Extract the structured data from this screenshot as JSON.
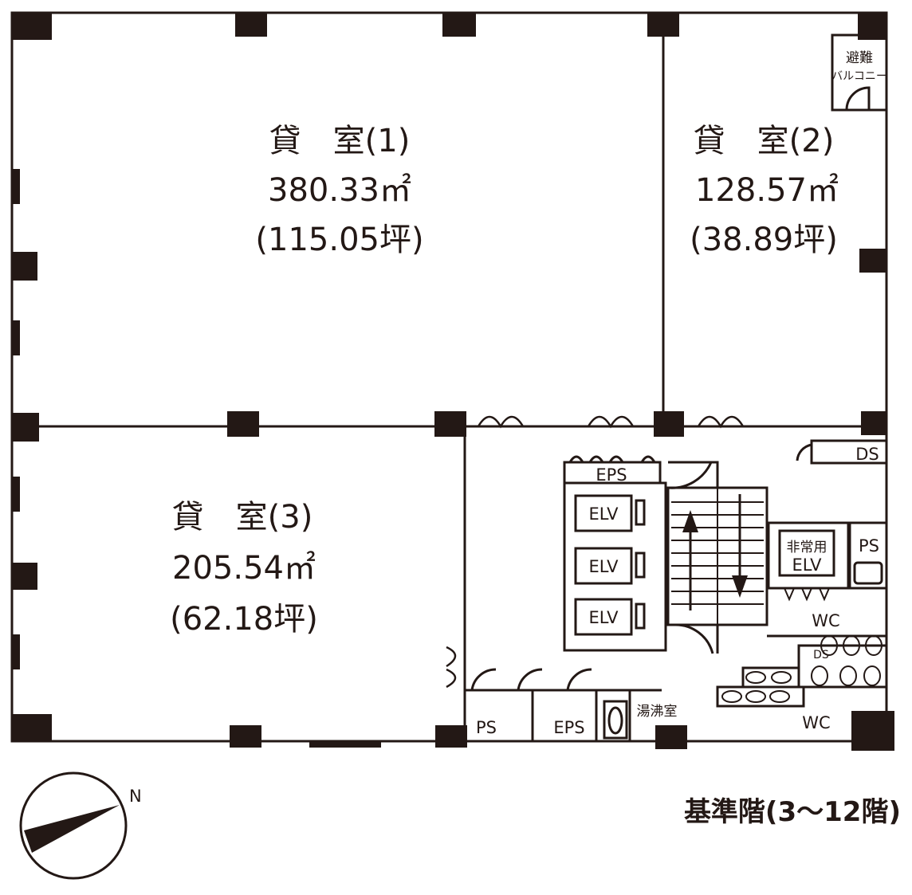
{
  "rooms": [
    {
      "name": "貸　室(1)",
      "area": "380.33㎡",
      "tsubo": "(115.05坪)"
    },
    {
      "name": "貸　室(2)",
      "area": "128.57㎡",
      "tsubo": "(38.89坪)"
    },
    {
      "name": "貸　室(3)",
      "area": "205.54㎡",
      "tsubo": "(62.18坪)"
    }
  ],
  "labels": {
    "balcony_1": "避難",
    "balcony_2": "バルコニー",
    "ds": "DS",
    "eps": "EPS",
    "elv": "ELV",
    "emergency_elv_1": "非常用",
    "emergency_elv_2": "ELV",
    "ps": "PS",
    "wc": "WC",
    "kitchenette": "湯沸室"
  },
  "compass": {
    "north": "N"
  },
  "floor_title": "基準階(3〜12階)",
  "colors": {
    "ink": "#231815"
  }
}
